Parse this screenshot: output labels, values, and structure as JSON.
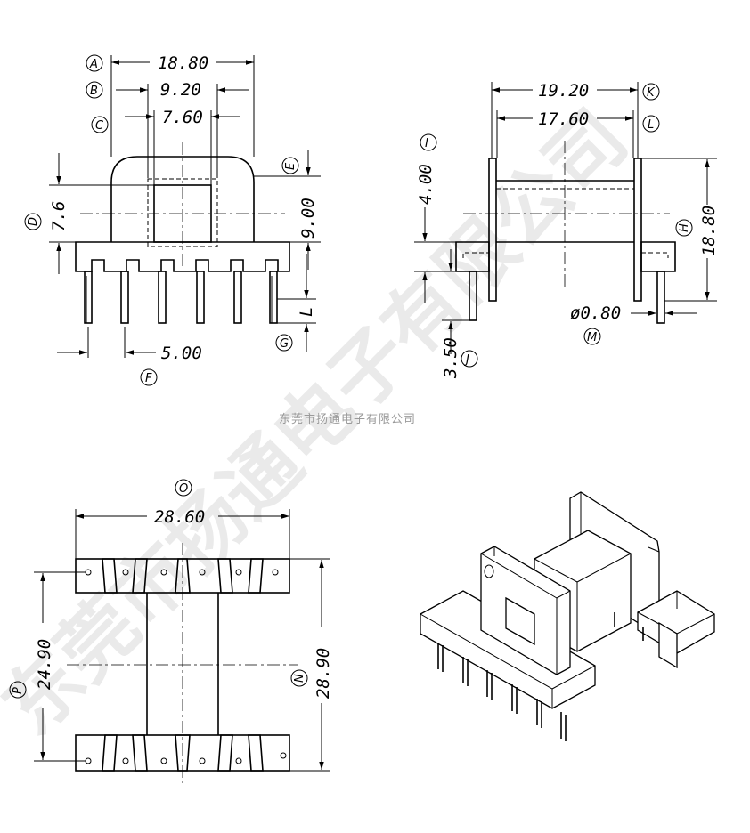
{
  "watermark": {
    "big_text": "东莞市扬通电子有限公司",
    "small_text": "东莞市扬通电子有限公司"
  },
  "front_view": {
    "dims": {
      "A": "18.80",
      "B": "9.20",
      "C": "7.60",
      "D": "7.6",
      "E_value": "9.00",
      "F": "5.00",
      "G_value": "L"
    },
    "tags": {
      "A": "A",
      "B": "B",
      "C": "C",
      "D": "D",
      "E": "E",
      "F": "F",
      "G": "G"
    }
  },
  "side_view": {
    "dims": {
      "K": "19.20",
      "L": "17.60",
      "I": "4.00",
      "H": "18.80",
      "M": "ø0.80",
      "J": "3.50"
    },
    "tags": {
      "K": "K",
      "L": "L",
      "I": "I",
      "H": "H",
      "M": "M",
      "J": "J"
    }
  },
  "top_view": {
    "dims": {
      "O": "28.60",
      "P": "24.90",
      "N": "28.90"
    },
    "tags": {
      "O": "O",
      "P": "P",
      "N": "N"
    }
  }
}
